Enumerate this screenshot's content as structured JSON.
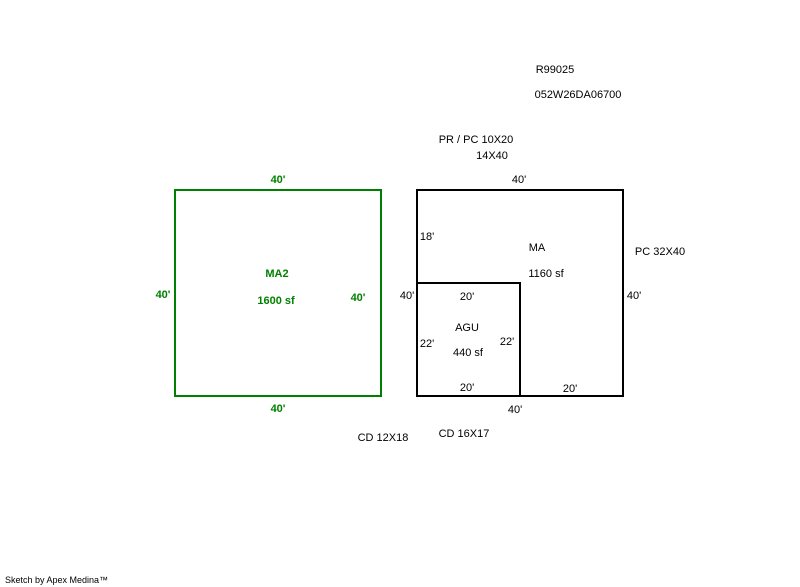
{
  "header": {
    "parcel_id": "R99025",
    "map_number": "052W26DA06700"
  },
  "notes": {
    "pr_pc": "PR / PC  10X20",
    "pr_pc_2": "14X40",
    "pc": "PC  32X40",
    "cd_1": "CD  12X18",
    "cd_2": "CD  16X17"
  },
  "ma2": {
    "label": "MA2",
    "area": "1600 sf",
    "top": "40'",
    "left": "40'",
    "right": "40'",
    "bottom": "40'",
    "color": "#008000"
  },
  "ma": {
    "label": "MA",
    "area": "1160 sf",
    "top": "40'",
    "left": "40'",
    "left_upper": "18'",
    "right": "40'",
    "bottom": "40'",
    "bottom_right": "20'"
  },
  "agu": {
    "label": "AGU",
    "area": "440 sf",
    "top": "20'",
    "left": "22'",
    "right": "22'",
    "bottom": "20'"
  },
  "footer": {
    "credit": "Sketch by Apex Medina™"
  }
}
